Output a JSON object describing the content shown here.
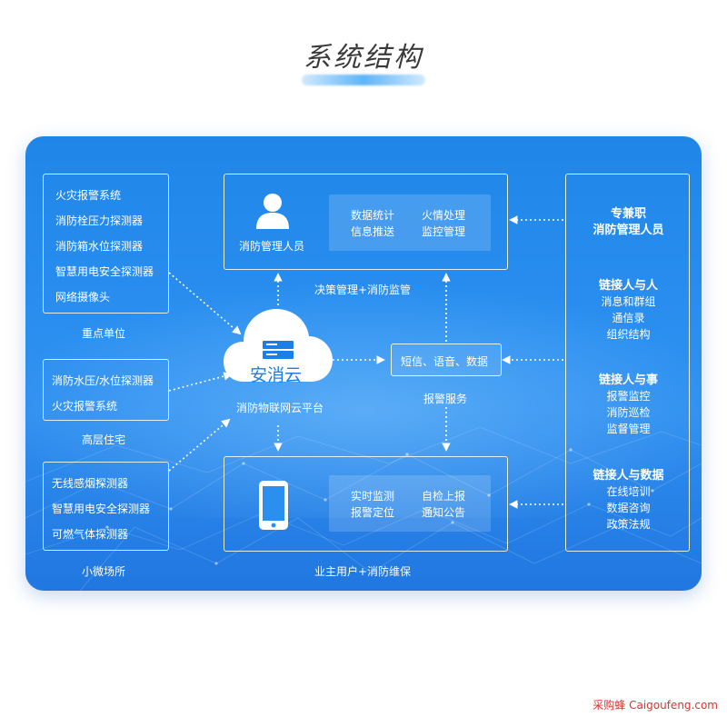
{
  "title": "系统结构",
  "colors": {
    "panel": "#2b8ff0",
    "title": "#3a3a3a",
    "watermark": "#e03030"
  },
  "left_groups": {
    "key_units": {
      "items": [
        "火灾报警系统",
        "消防栓压力探测器",
        "消防箱水位探测器",
        "智慧用电安全探测器",
        "网络摄像头"
      ],
      "caption": "重点单位"
    },
    "highrise": {
      "items": [
        "消防水压/水位探测器",
        "火灾报警系统"
      ],
      "caption": "高层住宅"
    },
    "small_venues": {
      "items": [
        "无线感烟探测器",
        "智慧用电安全探测器",
        "可燃气体探测器"
      ],
      "caption": "小微场所"
    }
  },
  "top_box": {
    "icon": "person-icon",
    "label": "消防管理人员",
    "functions": [
      "数据统计",
      "火情处理",
      "信息推送",
      "监控管理"
    ],
    "caption": "决策管理+消防监管"
  },
  "bottom_box": {
    "icon": "phone-icon",
    "functions": [
      "实时监测",
      "自检上报",
      "报警定位",
      "通知公告"
    ],
    "caption": "业主用户+消防维保"
  },
  "cloud": {
    "icon": "server-icon",
    "name": "安消云",
    "caption": "消防物联网云平台"
  },
  "alarm": {
    "label": "短信、语音、数据",
    "caption": "报警服务"
  },
  "right_panel": {
    "header": [
      "专兼职",
      "消防管理人员"
    ],
    "sections": [
      {
        "title": "链接人与人",
        "items": [
          "消息和群组",
          "通信录",
          "组织结构"
        ]
      },
      {
        "title": "链接人与事",
        "items": [
          "报警监控",
          "消防巡检",
          "监督管理"
        ]
      },
      {
        "title": "链接人与数据",
        "items": [
          "在线培训",
          "数据咨询",
          "政策法规"
        ]
      }
    ]
  },
  "watermark": "采购蜂 Caigoufeng.com"
}
